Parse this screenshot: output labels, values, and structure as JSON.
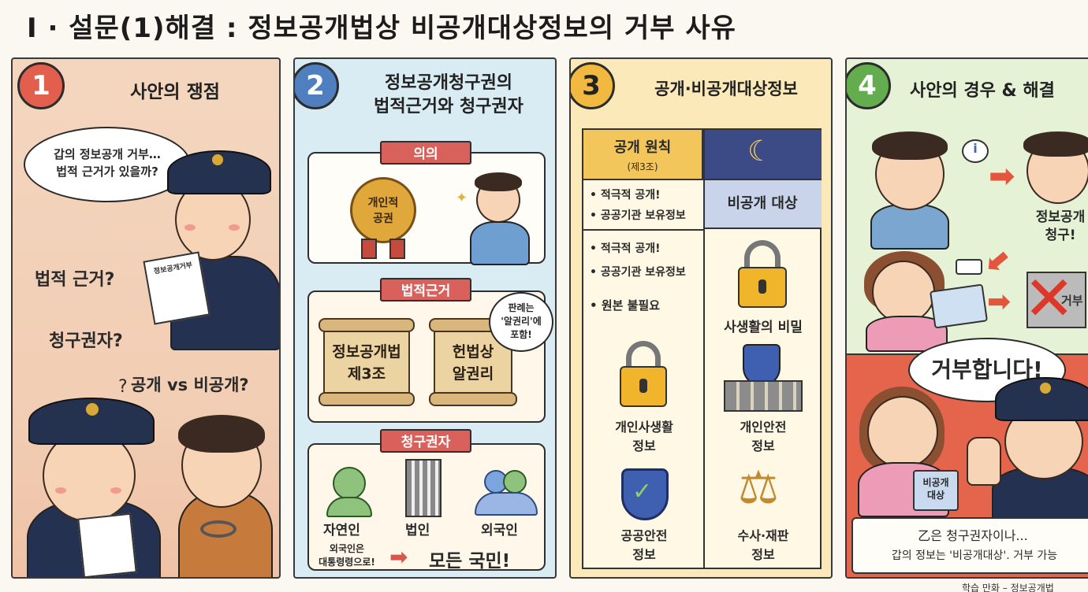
{
  "title": "Ⅰ · 설문(1)해결 : 정보공개법상 비공개대상정보의 거부 사유",
  "panels": [
    {
      "number": "1",
      "heading": "사안의 쟁점",
      "color": "#e25f4d",
      "bubble": "갑의 정보공개 거부…\n법적 근거가 있을까?",
      "paper": "정보공개거부",
      "q1": "법적 근거?",
      "q2": "청구권자?",
      "q3": "공개 vs 비공개?"
    },
    {
      "number": "2",
      "heading": "정보공개청구권의\n법적근거와 청구권자",
      "color": "#4f7fbf",
      "ribbon1": "의의",
      "medal": "개인적\n공권",
      "ribbon2": "법적근거",
      "scroll1": "정보공개법\n제3조",
      "scroll2": "헌법상\n알권리",
      "note": "판례는\n'알권리'에\n포함!",
      "ribbon3": "청구권자",
      "persons": [
        "자연인",
        "법인",
        "외국인"
      ],
      "foreign_note": "외국인은\n대통령령으로!",
      "all_citizens": "모든 국민!"
    },
    {
      "number": "3",
      "heading": "공개·비공개대상정보",
      "color": "#f1b93f",
      "principle": "공개 원칙",
      "principle_sub": "(제3조)",
      "bullets_top": [
        "적극적 공개!",
        "공공기관 보유정보"
      ],
      "bullets_bottom": [
        "적극적 공개!",
        "공공기관 보유정보",
        "원본 불필요"
      ],
      "nondisclosure": "비공개 대상",
      "items": [
        "사생활의 비밀",
        "개인사생활\n정보",
        "개인안전\n정보",
        "공공안전\n정보",
        "수사·재판\n정보"
      ]
    },
    {
      "number": "4",
      "heading": "사안의 경우 & 해결",
      "color": "#63ad4f",
      "request": "정보공개\n청구!",
      "reject": "거부",
      "shout": "거부합니다!",
      "card": "비공개\n대상",
      "conclusion1": "乙은 청구권자이나...",
      "conclusion2": "갑의 정보는 '비공개대상'. 거부 가능"
    }
  ],
  "footer": "학습 만화 – 정보공개법"
}
